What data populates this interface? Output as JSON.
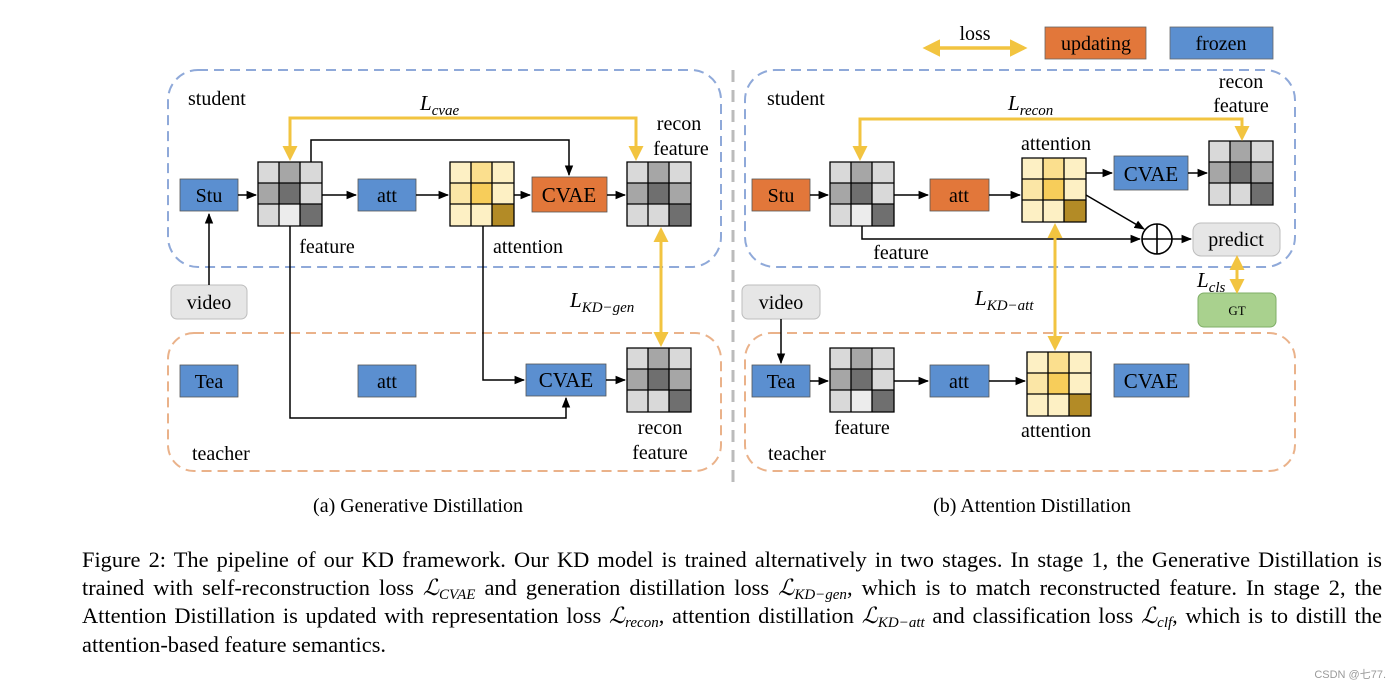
{
  "legend": {
    "loss": "loss",
    "updating": "updating",
    "frozen": "frozen"
  },
  "colors": {
    "frozen": "#5b8fd0",
    "updating": "#e2773a",
    "loss_arrow": "#f2c440",
    "student_border": "#8fa9d9",
    "teacher_border": "#eab28a",
    "video_box": "#e6e6e6",
    "gt_box": "#a9d18e"
  },
  "panel_a": {
    "student": "student",
    "teacher": "teacher",
    "stu": "Stu",
    "tea": "Tea",
    "att_s": "att",
    "att_t": "att",
    "cvae_s": "CVAE",
    "cvae_t": "CVAE",
    "feature": "feature",
    "attention": "attention",
    "recon_s_1": "recon",
    "recon_s_2": "feature",
    "recon_t_1": "recon",
    "recon_t_2": "feature",
    "video": "video",
    "loss_cvae": {
      "base": "L",
      "sub": "cvae"
    },
    "loss_kdgen": {
      "base": "L",
      "sub": "KD−gen"
    },
    "caption": "(a) Generative  Distillation"
  },
  "panel_b": {
    "student": "student",
    "teacher": "teacher",
    "stu": "Stu",
    "tea": "Tea",
    "att_s": "att",
    "att_t": "att",
    "cvae_s": "CVAE",
    "cvae_t": "CVAE",
    "feature_s": "feature",
    "feature_t": "feature",
    "attention_s": "attention",
    "attention_t": "attention",
    "recon_1": "recon",
    "recon_2": "feature",
    "predict": "predict",
    "gt": "GT",
    "video": "video",
    "loss_recon": {
      "base": "L",
      "sub": "recon"
    },
    "loss_kdatt": {
      "base": "L",
      "sub": "KD−att"
    },
    "loss_cls": {
      "base": "L",
      "sub": "cls"
    },
    "caption": "(b) Attention Distillation"
  },
  "figure_caption": {
    "p1": "Figure 2: The pipeline of our KD framework. Our KD model is trained alternatively in two stages. In stage 1, the Generative Distillation is trained with self-reconstruction loss ",
    "s1": "CVAE",
    "p2": " and generation distillation loss ",
    "s2": "KD−gen",
    "p3": ", which is to match reconstructed feature. In stage 2, the Attention Distillation is updated with representation loss ",
    "s3": "recon",
    "p4": ", attention distillation ",
    "s4": "KD−att",
    "p5": " and classification loss ",
    "s5": "clf",
    "p6": ", which is to distill the attention-based feature semantics.",
    "cal": "ℒ"
  },
  "watermark": "CSDN @七77."
}
